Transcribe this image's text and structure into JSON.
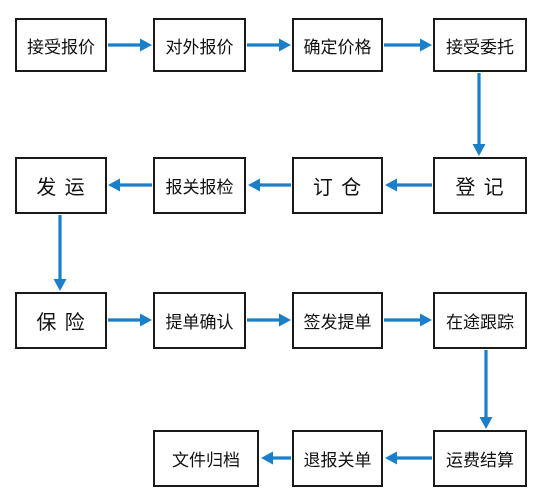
{
  "diagram": {
    "arrow_color": "#1a7fc8",
    "steps": [
      {
        "id": "s1",
        "label": "接受报价"
      },
      {
        "id": "s2",
        "label": "对外报价"
      },
      {
        "id": "s3",
        "label": "确定价格"
      },
      {
        "id": "s4",
        "label": "接受委托"
      },
      {
        "id": "s5",
        "label": "登 记"
      },
      {
        "id": "s6",
        "label": "订 仓"
      },
      {
        "id": "s7",
        "label": "报关报检"
      },
      {
        "id": "s8",
        "label": "发 运"
      },
      {
        "id": "s9",
        "label": "保 险"
      },
      {
        "id": "s10",
        "label": "提单确认"
      },
      {
        "id": "s11",
        "label": "签发提单"
      },
      {
        "id": "s12",
        "label": "在途跟踪"
      },
      {
        "id": "s13",
        "label": "运费结算"
      },
      {
        "id": "s14",
        "label": "退报关单"
      },
      {
        "id": "s15",
        "label": "文件归档"
      }
    ],
    "edges": [
      {
        "from": "s1",
        "to": "s2"
      },
      {
        "from": "s2",
        "to": "s3"
      },
      {
        "from": "s3",
        "to": "s4"
      },
      {
        "from": "s4",
        "to": "s5"
      },
      {
        "from": "s5",
        "to": "s6"
      },
      {
        "from": "s6",
        "to": "s7"
      },
      {
        "from": "s7",
        "to": "s8"
      },
      {
        "from": "s8",
        "to": "s9"
      },
      {
        "from": "s9",
        "to": "s10"
      },
      {
        "from": "s10",
        "to": "s11"
      },
      {
        "from": "s11",
        "to": "s12"
      },
      {
        "from": "s12",
        "to": "s13"
      },
      {
        "from": "s13",
        "to": "s14"
      },
      {
        "from": "s14",
        "to": "s15"
      }
    ]
  }
}
